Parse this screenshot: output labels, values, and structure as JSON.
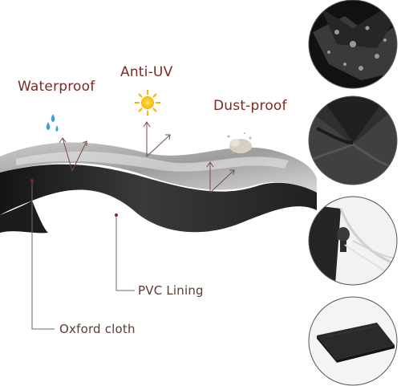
{
  "features": {
    "waterproof": "Waterproof",
    "anti_uv": "Anti-UV",
    "dust_proof": "Dust-proof"
  },
  "layers": {
    "pvc_lining": "PVC Lining",
    "oxford_cloth": "Oxford cloth"
  },
  "icons": {
    "water": "water-drops-icon",
    "sun": "sun-icon",
    "dust": "dust-icon"
  },
  "colors": {
    "label_text": "#7a2a22",
    "fabric_dark": "#2b2b2b",
    "fabric_light": "#a9a9a9"
  }
}
